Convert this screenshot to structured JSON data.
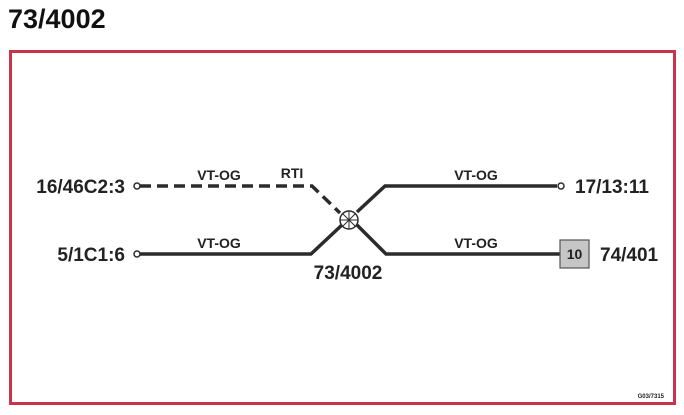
{
  "title": "73/4002",
  "colors": {
    "frame": "#c8344c",
    "line": "#2b2b2b",
    "box_fill": "#c6c6c6"
  },
  "diagram": {
    "center_label": "73/4002",
    "center_symbol": "crossed-circle-icon",
    "endpoints": {
      "top_left": "16/46C2:3",
      "bottom_left": "5/1C1:6",
      "top_right": "17/13:11",
      "bottom_right": "74/401"
    },
    "edges": {
      "top_left": {
        "label": "VT-OG",
        "extra_label": "RTI",
        "style": "dashed"
      },
      "bottom_left": {
        "label": "VT-OG",
        "style": "solid"
      },
      "top_right": {
        "label": "VT-OG",
        "style": "solid"
      },
      "bottom_right": {
        "label": "VT-OG",
        "style": "solid"
      }
    },
    "terminal_box": "10",
    "ref_code": "G03/7315"
  }
}
